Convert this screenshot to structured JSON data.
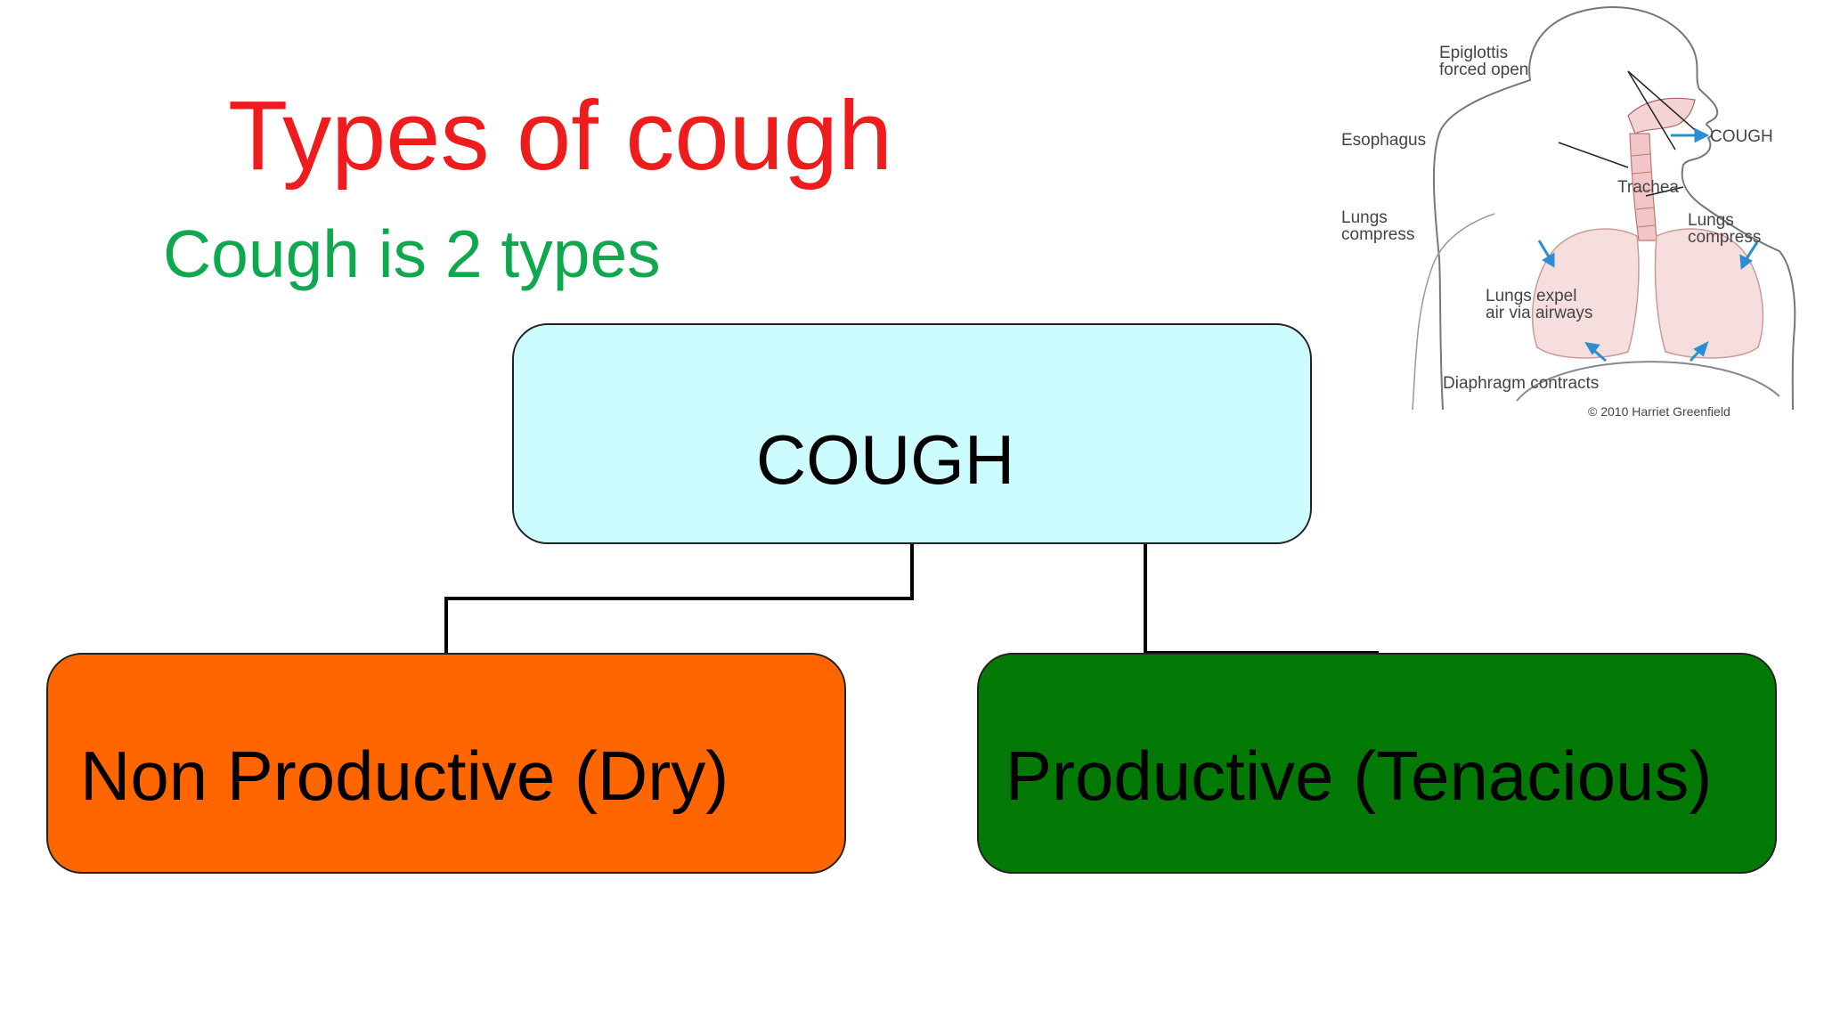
{
  "slide": {
    "title": "Types of cough",
    "subtitle": "Cough is 2 types"
  },
  "diagram": {
    "root": {
      "label": "COUGH",
      "color": "#ccfcfd"
    },
    "children": [
      {
        "label": "Non Productive (Dry)",
        "color": "#ff6600"
      },
      {
        "label": "Productive (Tenacious)",
        "color": "#037a06"
      }
    ]
  },
  "illustration": {
    "labels": {
      "epiglottis_line1": "Epiglottis",
      "epiglottis_line2": "forced open",
      "esophagus": "Esophagus",
      "cough": "COUGH",
      "trachea": "Trachea",
      "lungs_compress_left_1": "Lungs",
      "lungs_compress_left_2": "compress",
      "lungs_compress_right_1": "Lungs",
      "lungs_compress_right_2": "compress",
      "lungs_expel_1": "Lungs expel",
      "lungs_expel_2": "air via airways",
      "diaphragm": "Diaphragm contracts",
      "copyright": "© 2010 Harriet Greenfield"
    },
    "arrow_color": "#2a8fd0"
  },
  "colors": {
    "title": "#ee1c1c",
    "subtitle": "#10a84e"
  }
}
